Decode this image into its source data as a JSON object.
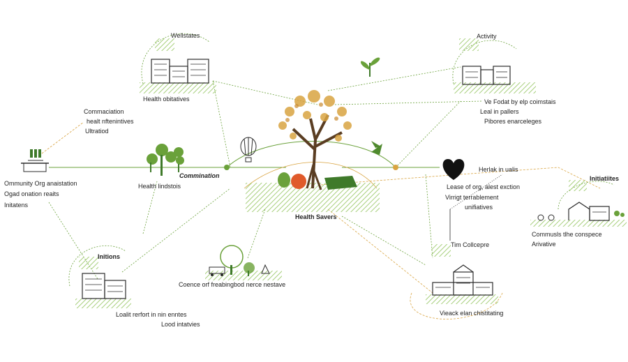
{
  "colors": {
    "green": "#6aa13a",
    "green_light": "#a7cf7c",
    "orange_dot": "#d9a441",
    "dark": "#2b2b2b",
    "tomato": "#e05a2b",
    "heart": "#111111"
  },
  "center": {
    "label": "Health Savers"
  },
  "nodes": {
    "top_left": {
      "title": "Wellstates",
      "caption": "Health obitatives"
    },
    "top_right": {
      "title": "Activity",
      "lines": [
        "Ve Fodat by elp coimstais",
        "Leal in pallers",
        "Pibores enarceleges"
      ]
    },
    "left_mid": {
      "bullets": [
        "Commaciation",
        "healt nftenintives",
        "Ultratiod"
      ]
    },
    "left_tree": {
      "caption": "Health lindstois",
      "link_label": "Commination"
    },
    "far_left": {
      "lines": [
        "Ommunity Org anaistation",
        "Ogad onation reaits",
        "Initatens"
      ]
    },
    "right_heart": {
      "title": "Herlak in ualis",
      "lines": [
        "Lease of org, alest exction",
        "Virrigt terrablement",
        "unifiatives"
      ]
    },
    "far_right": {
      "title": "Initiatiites",
      "lines": [
        "Commusls tlhe conspece",
        "Arivative"
      ]
    },
    "bottom_left": {
      "title": "Initions",
      "lines": [
        "Loalit rerfort in nin enntes",
        "Lood intatvies"
      ]
    },
    "bottom_mid": {
      "caption": "Coence orf freabingbod nerce nestave"
    },
    "bottom_right": {
      "title": "Tim Collcepre",
      "caption": "Vieack elan chistitating"
    }
  }
}
